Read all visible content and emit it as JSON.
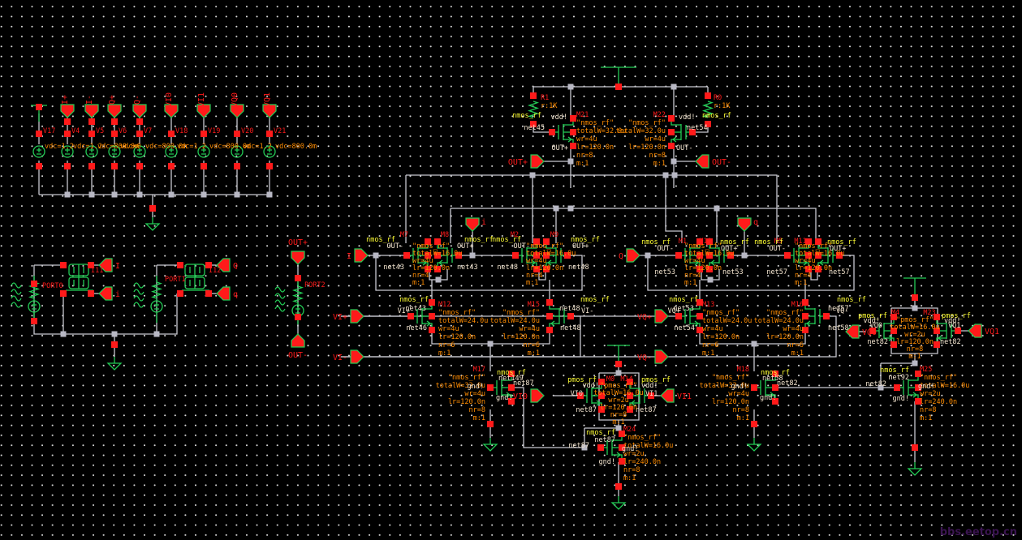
{
  "app": {
    "view": "schematic-editor",
    "watermark": "bbs.eetop.cn"
  },
  "colors": {
    "background": "#000000",
    "wire": "#c8c8d0",
    "device": "#22cc55",
    "pin_fill": "#ff1a1a",
    "instance_label": "#ff1a1a",
    "param_label": "#ff8c00",
    "cell_label": "#ffff33",
    "net_label": "#f5e6d0"
  },
  "vsources": [
    {
      "name": "V17",
      "param": "vdc=1.2"
    },
    {
      "name": "V4",
      "param": "vdc=1.2"
    },
    {
      "name": "V5",
      "param": "vdc=800.0m"
    },
    {
      "name": "V6",
      "param": "vdc=0"
    },
    {
      "name": "V7",
      "param": "vdc=800.0m"
    },
    {
      "name": "V18",
      "param": "vdc=1.2"
    },
    {
      "name": "V19",
      "param": "vdc=800.0m"
    },
    {
      "name": "V20",
      "param": "vdc=1.2"
    },
    {
      "name": "V21",
      "param": "vdc=800.0m"
    }
  ],
  "ports": [
    {
      "name": "PORT0"
    },
    {
      "name": "PORT1"
    },
    {
      "name": "PORT2"
    }
  ],
  "baluns": [
    {
      "name": "I11"
    },
    {
      "name": "I12"
    }
  ],
  "pins": {
    "vsrc_top": [
      "I+",
      "I-",
      "Q+",
      "Q-",
      "VI0",
      "VI1",
      "VQ0",
      "VQ1"
    ],
    "balun_i": [
      "I",
      "i"
    ],
    "balun_q": [
      "Q",
      "q"
    ],
    "port2_top": "OUT+",
    "port2_bot": "OUT-",
    "out_plus": "OUT+",
    "out_minus": "OUT-",
    "lo_i": "I",
    "lo_q": "Q",
    "lo_i_in": "i",
    "lo_q_in": "q",
    "vi_plus": "VI+",
    "vi_minus": "VI-",
    "vq_plus": "VQ+",
    "vq_minus": "VQ-",
    "vi0": "VI0",
    "vi1": "VI1",
    "vq0": "VQ0",
    "vq1": "VQ1"
  },
  "resistors": [
    {
      "name": "R1",
      "param": "r:1K"
    },
    {
      "name": "R0",
      "param": "r:1K"
    }
  ],
  "transistors": {
    "M21": {
      "cell": "nmos_rf",
      "lines": [
        "\"nmos_rf\"",
        "totalW=32.0u",
        "wr=4u",
        "lr=120.0n",
        "nr=8",
        "m:1"
      ],
      "nets": [
        "vdd!",
        "net45",
        "OUT+"
      ]
    },
    "M22": {
      "cell": "nmos_rf",
      "lines": [
        "\"nmos_rf\"",
        "totalW=32.0u",
        "wr=4u",
        "lr=120.0n",
        "nr=8",
        "m:1"
      ],
      "nets": [
        "vdd!",
        "net54",
        "OUT-"
      ]
    },
    "M7": {
      "cell": "nmos_rf",
      "lines": [
        "\"nmos_rf\"",
        "totalW=16.0u",
        "wr=4u",
        "lr=120.0n",
        "nr=4",
        "m:1"
      ],
      "nets": [
        "OUT-",
        "net43",
        "net43"
      ]
    },
    "M8": {
      "cell": "nmos_rf",
      "lines": [
        "\"nmos_rf\"",
        "totalW=16.0u",
        "wr=4u",
        "lr=120.0n",
        "nr=4",
        "m:1"
      ],
      "nets": [
        "OUT+",
        "net43",
        "net43"
      ]
    },
    "M2": {
      "cell": "nmos_rf",
      "lines": [
        "\"nmos_rf\"",
        "totalW=16.0u",
        "wr=4u",
        "lr=120.0n",
        "nr=4",
        "m:1"
      ],
      "nets": [
        "OUT-",
        "net48",
        "net48"
      ]
    },
    "M9": {
      "cell": "nmos_rf",
      "lines": [
        "\"nmos_rf\"",
        "totalW=16.0u",
        "wr=4u",
        "lr=120.0n",
        "nr=4",
        "m:1"
      ],
      "nets": [
        "OUT+",
        "net48",
        "net48"
      ]
    },
    "M1": {
      "cell": "nmos_rf",
      "lines": [
        "\"nmos_rf\"",
        "totalW=16.0u",
        "wr=4u",
        "lr=120.0n",
        "nr=4",
        "m:1"
      ],
      "nets": [
        "OUT-",
        "net53",
        "net53"
      ]
    },
    "M10": {
      "cell": "nmos_rf",
      "lines": [
        "\"nmos_rf\"",
        "totalW=16.0u",
        "wr=4u",
        "lr=120.0n",
        "nr=4",
        "m:1"
      ],
      "nets": [
        "OUT+",
        "net53",
        "net53"
      ]
    },
    "M5": {
      "cell": "nmos_rf",
      "lines": [
        "\"nmos_rf\"",
        "totalW=16.0u",
        "wr=4u",
        "lr=120.0n",
        "nr=4",
        "m:1"
      ],
      "nets": [
        "OUT-",
        "net57",
        "net57"
      ]
    },
    "M11": {
      "cell": "nmos_rf",
      "lines": [
        "\"nmos_rf\"",
        "totalW=16.0u",
        "wr=4u",
        "lr=120.0n",
        "nr=4",
        "m:1"
      ],
      "nets": [
        "OUT+",
        "net57",
        "net57"
      ]
    },
    "M12": {
      "cell": "nmos_rf",
      "lines": [
        "\"nmos_rf\"",
        "totalW=24.0u",
        "wr=4u",
        "lr=120.0n",
        "nr=6",
        "m:1"
      ],
      "nets": [
        "net43",
        "net149",
        "net46"
      ]
    },
    "M15": {
      "cell": "nmos_rf",
      "lines": [
        "\"nmos_rf\"",
        "totalW=24.0u",
        "wr=4u",
        "lr=120.0n",
        "nr=6",
        "m:1"
      ],
      "nets": [
        "net48",
        "net149",
        "net48"
      ]
    },
    "M13": {
      "cell": "nmos_rf",
      "lines": [
        "\"nmos_rf\"",
        "totalW=24.0u",
        "wr=4u",
        "lr=120.0n",
        "nr=6",
        "m:1"
      ],
      "nets": [
        "net53",
        "net58",
        "net54"
      ]
    },
    "M16": {
      "cell": "nmos_rf",
      "lines": [
        "\"nmos_rf\"",
        "totalW=24.0u",
        "wr=4u",
        "lr=120.0n",
        "nr=6",
        "m:1"
      ],
      "nets": [
        "net57",
        "net58",
        "net58"
      ]
    },
    "M17": {
      "cell": "nmos_rf",
      "lines": [
        "\"nmos_rf\"",
        "totalW=32.0u",
        "wr=4u",
        "lr=120.0n",
        "nr=8",
        "m:1"
      ],
      "nets": [
        "net149",
        "gnd!",
        "net87",
        "gnd!"
      ]
    },
    "M18": {
      "cell": "nmos_rf",
      "lines": [
        "\"nmos_rf\"",
        "totalW=32.0u",
        "wr=4u",
        "lr=120.0n",
        "nr=8",
        "m:1"
      ],
      "nets": [
        "net58",
        "gnd!",
        "net82",
        "gnd!"
      ]
    },
    "M0": {
      "cell": "pmos_rf",
      "lines": [
        "\"pmos_rf\"",
        "totalW=16.0u",
        "wr=2u",
        "lr=120.0n",
        "nr=8",
        "m:1"
      ],
      "nets": [
        "vdd!",
        "VI0",
        "net87"
      ]
    },
    "M14": {
      "cell": "pmos_rf",
      "lines": [
        "\"pmos_rf\"",
        "totalW=16.0u",
        "wr=2u",
        "lr=120.0n",
        "nr=8",
        "m:1"
      ],
      "nets": [
        "vdd!",
        "VI1",
        "net87"
      ]
    },
    "M24": {
      "cell": "nmos_rf",
      "lines": [
        "\"nmos_rf\"",
        "totalW=16.0u",
        "wr=2u",
        "lr=240.0n",
        "nr=8",
        "m:1"
      ],
      "nets": [
        "net87",
        "net87",
        "gnd!",
        "gnd!"
      ]
    },
    "M4": {
      "cell": "pmos_rf",
      "lines": [
        "\"pmos_rf\"",
        "totalW=16.0u",
        "wr=2u",
        "lr=120.0n",
        "nr=8",
        "m:1"
      ],
      "nets": [
        "vdd!",
        "VQ0",
        "net82"
      ]
    },
    "M23": {
      "cell": "pmos_rf",
      "lines": [
        "\"pmos_rf\"",
        "totalW=16.0u",
        "wr=2u",
        "lr=120.0n",
        "nr=8",
        "m:1"
      ],
      "nets": [
        "vdd!",
        "VQ1",
        "net82"
      ]
    },
    "M25": {
      "cell": "nmos_rf",
      "lines": [
        "\"nmos_rf\"",
        "totalW=16.0u",
        "wr=2u",
        "lr=240.0n",
        "nr=8",
        "m:1"
      ],
      "nets": [
        "net92",
        "net82",
        "gnd!",
        "gnd!"
      ]
    }
  }
}
